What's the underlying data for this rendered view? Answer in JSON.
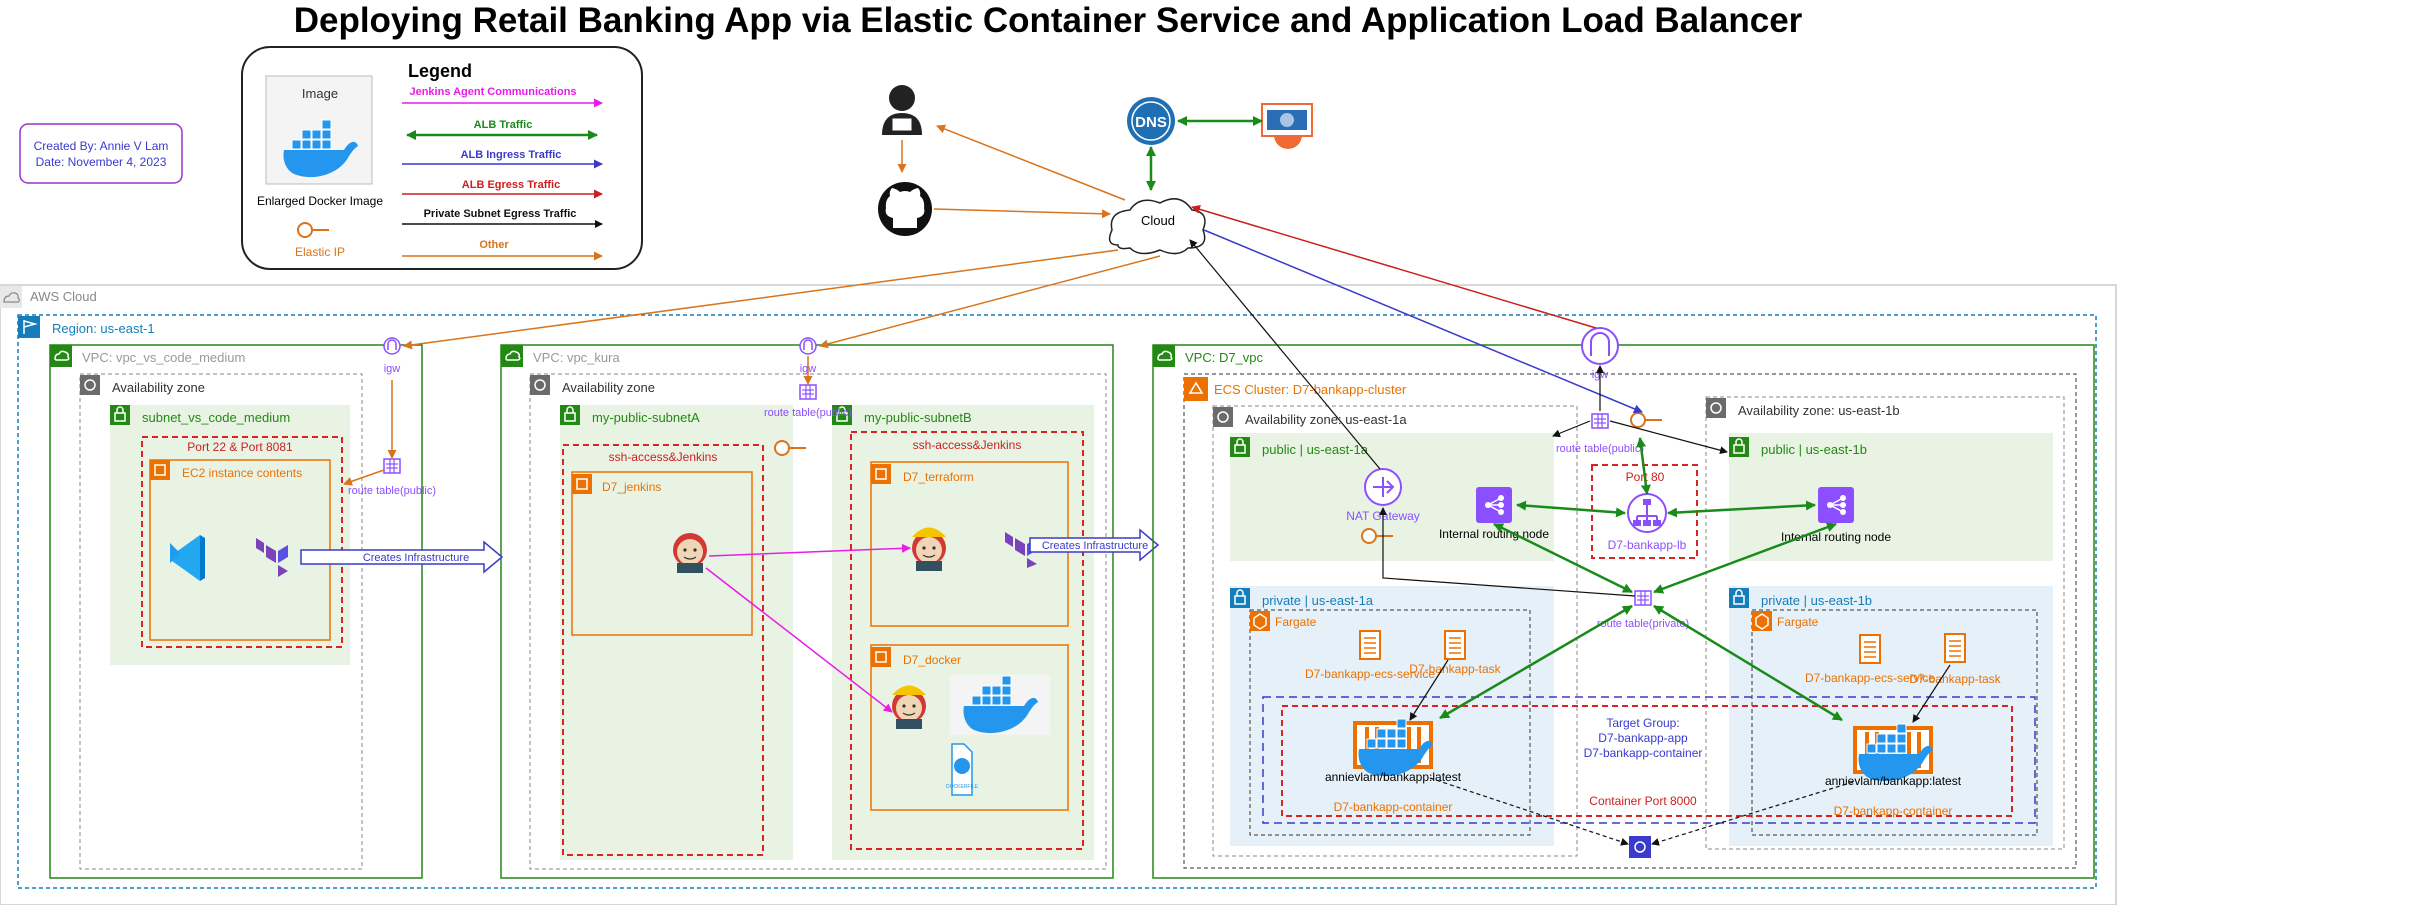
{
  "title": "Deploying Retail Banking App via Elastic Container Service and Application Load Balancer",
  "credit": {
    "created_by": "Created By:  Annie V Lam",
    "date": "Date:  November 4, 2023"
  },
  "legend": {
    "heading": "Legend",
    "image_label": "Image",
    "docker_caption": "Enlarged Docker Image",
    "eip_caption": "Elastic IP",
    "items": [
      {
        "label": "Jenkins Agent Communications",
        "color": "#e81ce8"
      },
      {
        "label": "ALB Traffic",
        "color": "#1a8a1a"
      },
      {
        "label": "ALB Ingress Traffic",
        "color": "#3a3acc"
      },
      {
        "label": "ALB Egress Traffic",
        "color": "#cc1f1f"
      },
      {
        "label": "Private Subnet Egress Traffic",
        "color": "#111111"
      },
      {
        "label": "Other",
        "color": "#d9731c"
      }
    ]
  },
  "internet": {
    "cloud": "Cloud",
    "dns": "DNS"
  },
  "aws": {
    "cloud": "AWS Cloud",
    "region": "Region:  us-east-1",
    "vpc1": {
      "name": "VPC:  vpc_vs_code_medium",
      "igw": "igw",
      "az": "Availability zone",
      "subnet": "subnet_vs_code_medium",
      "ports": "Port 22 & Port 8081",
      "ec2": "EC2 instance contents",
      "route": "route table(public)",
      "creates": "Creates Infrastructure"
    },
    "vpc2": {
      "name": "VPC:  vpc_kura",
      "igw": "igw",
      "az": "Availability zone",
      "route": "route table(public)",
      "subnetA": "my-public-subnetA",
      "subnetB": "my-public-subnetB",
      "sgA": "ssh-access&Jenkins",
      "sgB": "ssh-access&Jenkins",
      "jenkins": "D7_jenkins",
      "terraform": "D7_terraform",
      "docker": "D7_docker",
      "dockerfile": "DOCKERFILE",
      "creates": "Creates Infrastructure"
    },
    "vpc3": {
      "name": "VPC:  D7_vpc",
      "cluster": "ECS Cluster:  D7-bankapp-cluster",
      "igw": "igw",
      "route_pub": "route table(public)",
      "route_priv": "route table(private)",
      "az1a": "Availability zone:  us-east-1a",
      "az1b": "Availability zone: us-east-1b",
      "pub1a": "public | us-east-1a",
      "pub1b": "public | us-east-1b",
      "priv1a": "private | us-east-1a",
      "priv1b": "private | us-east-1b",
      "nat": "NAT Gateway",
      "irn": "Internal routing node",
      "port80": "Port 80",
      "lb": "D7-bankapp-lb",
      "fargate": "Fargate",
      "service": "D7-bankapp-ecs-service",
      "task": "D7-bankapp-task",
      "image": "annievlam/bankapp:latest",
      "container": "D7-bankapp-container",
      "tg1": "Target Group:",
      "tg2": "D7-bankapp-app",
      "tg3": "D7-bankapp-container",
      "cport": "Container Port 8000"
    }
  }
}
